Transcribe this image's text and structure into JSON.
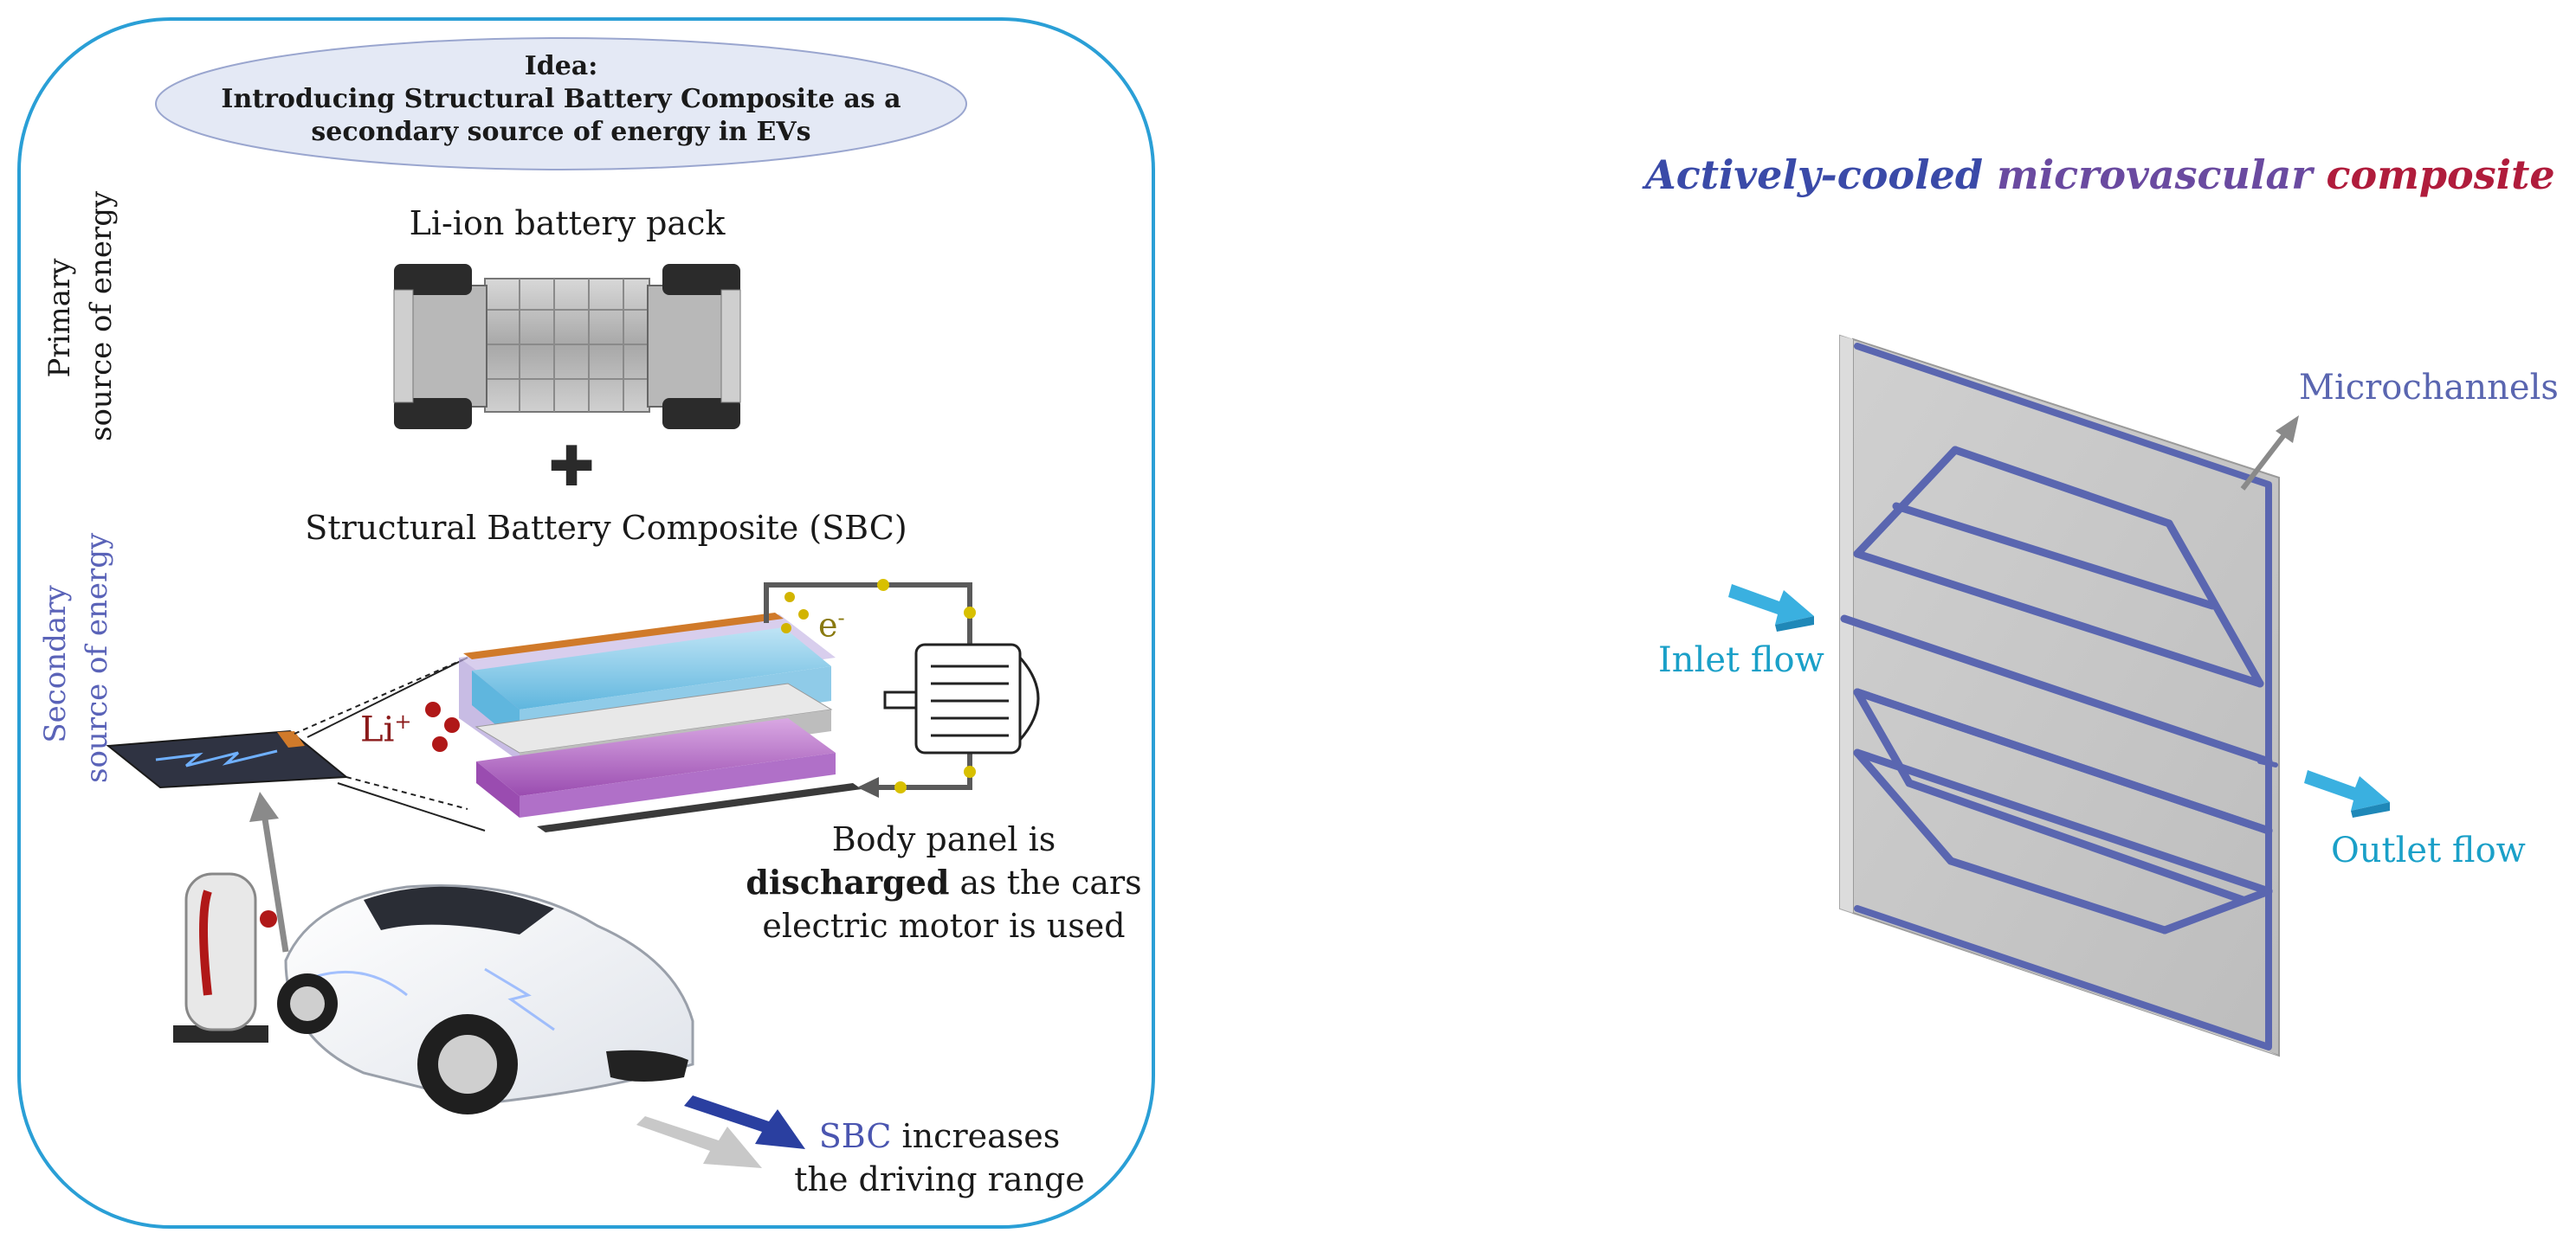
{
  "left_panel": {
    "idea_title": "Idea:",
    "idea_line1": "Introducing Structural Battery Composite as a",
    "idea_line2": "secondary source of energy in EVs",
    "primary_label_line1": "Primary",
    "primary_label_line2": "source of energy",
    "secondary_label_line1": "Secondary",
    "secondary_label_line2": "source of energy",
    "battery_pack_label": "Li-ion battery pack",
    "plus_sign": "✚",
    "sbc_label": "Structural Battery Composite (SBC)",
    "li_ion_label": "Li",
    "li_ion_sup": "+",
    "electron_label": "e",
    "electron_sup": "-",
    "body_panel_line1": "Body panel is",
    "body_panel_bold": "discharged",
    "body_panel_line2_rest": " as the cars",
    "body_panel_line3": "electric motor is used",
    "range_highlight": "SBC",
    "range_line1_rest": " increases",
    "range_line2": "the driving range",
    "colors": {
      "frame": "#2a9fd6",
      "idea_ellipse": "#e4e9f5",
      "secondary_label": "#5a63b8",
      "li_label": "#8b1a1a",
      "electron_label": "#8a7a10",
      "sbc_highlight": "#4a55b0"
    }
  },
  "right_panel": {
    "title_part1": "Actively-cooled",
    "title_part2": "microvascular",
    "title_part3": "composite",
    "microchannels_label": "Microchannels",
    "inlet_label": "Inlet flow",
    "outlet_label": "Outlet flow",
    "colors": {
      "title1": "#3a4aa8",
      "title2": "#6a4aa0",
      "title3": "#b01c3c",
      "channel": "#5a66b0",
      "panel_face": "#c9c9c9",
      "flow_arrow": "#3ab0e0",
      "flow_text": "#1aa0c8"
    }
  }
}
